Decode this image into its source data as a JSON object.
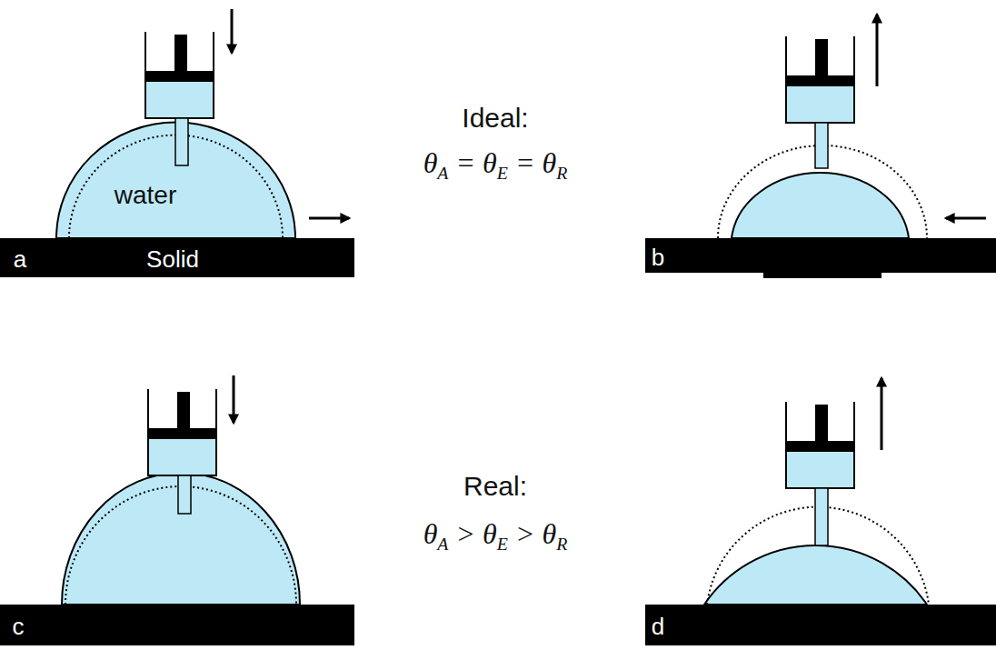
{
  "diagram": {
    "nodes": [
      {
        "text": [
          "water"
        ]
      },
      {
        "text": [
          "a",
          "Solid"
        ]
      },
      {
        "text": [
          "b"
        ]
      },
      {
        "text": [
          "c"
        ]
      },
      {
        "text": [
          "d"
        ]
      }
    ],
    "labels": [
      "Ideal:",
      "θA = θE = θR",
      "Real:",
      "θA > θE > θR"
    ]
  }
}
